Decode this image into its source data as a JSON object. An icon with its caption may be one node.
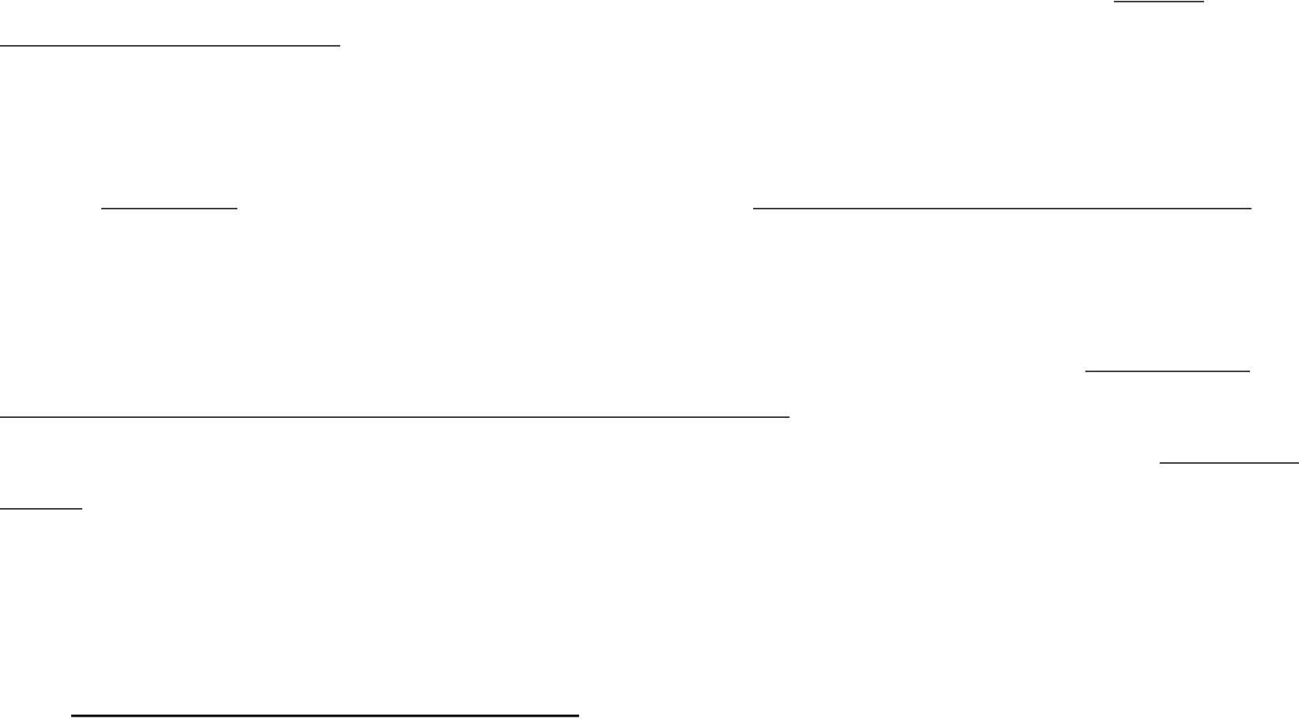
{
  "diagram": {
    "nodes": [
      {
        "text": [],
        "shape": "line"
      },
      {
        "text": [],
        "shape": "line"
      },
      {
        "text": [],
        "shape": "line"
      },
      {
        "text": [],
        "shape": "line"
      },
      {
        "text": [],
        "shape": "line"
      },
      {
        "text": [],
        "shape": "line"
      },
      {
        "text": [],
        "shape": "line"
      },
      {
        "text": [],
        "shape": "line"
      },
      {
        "text": [],
        "shape": "line"
      }
    ]
  }
}
